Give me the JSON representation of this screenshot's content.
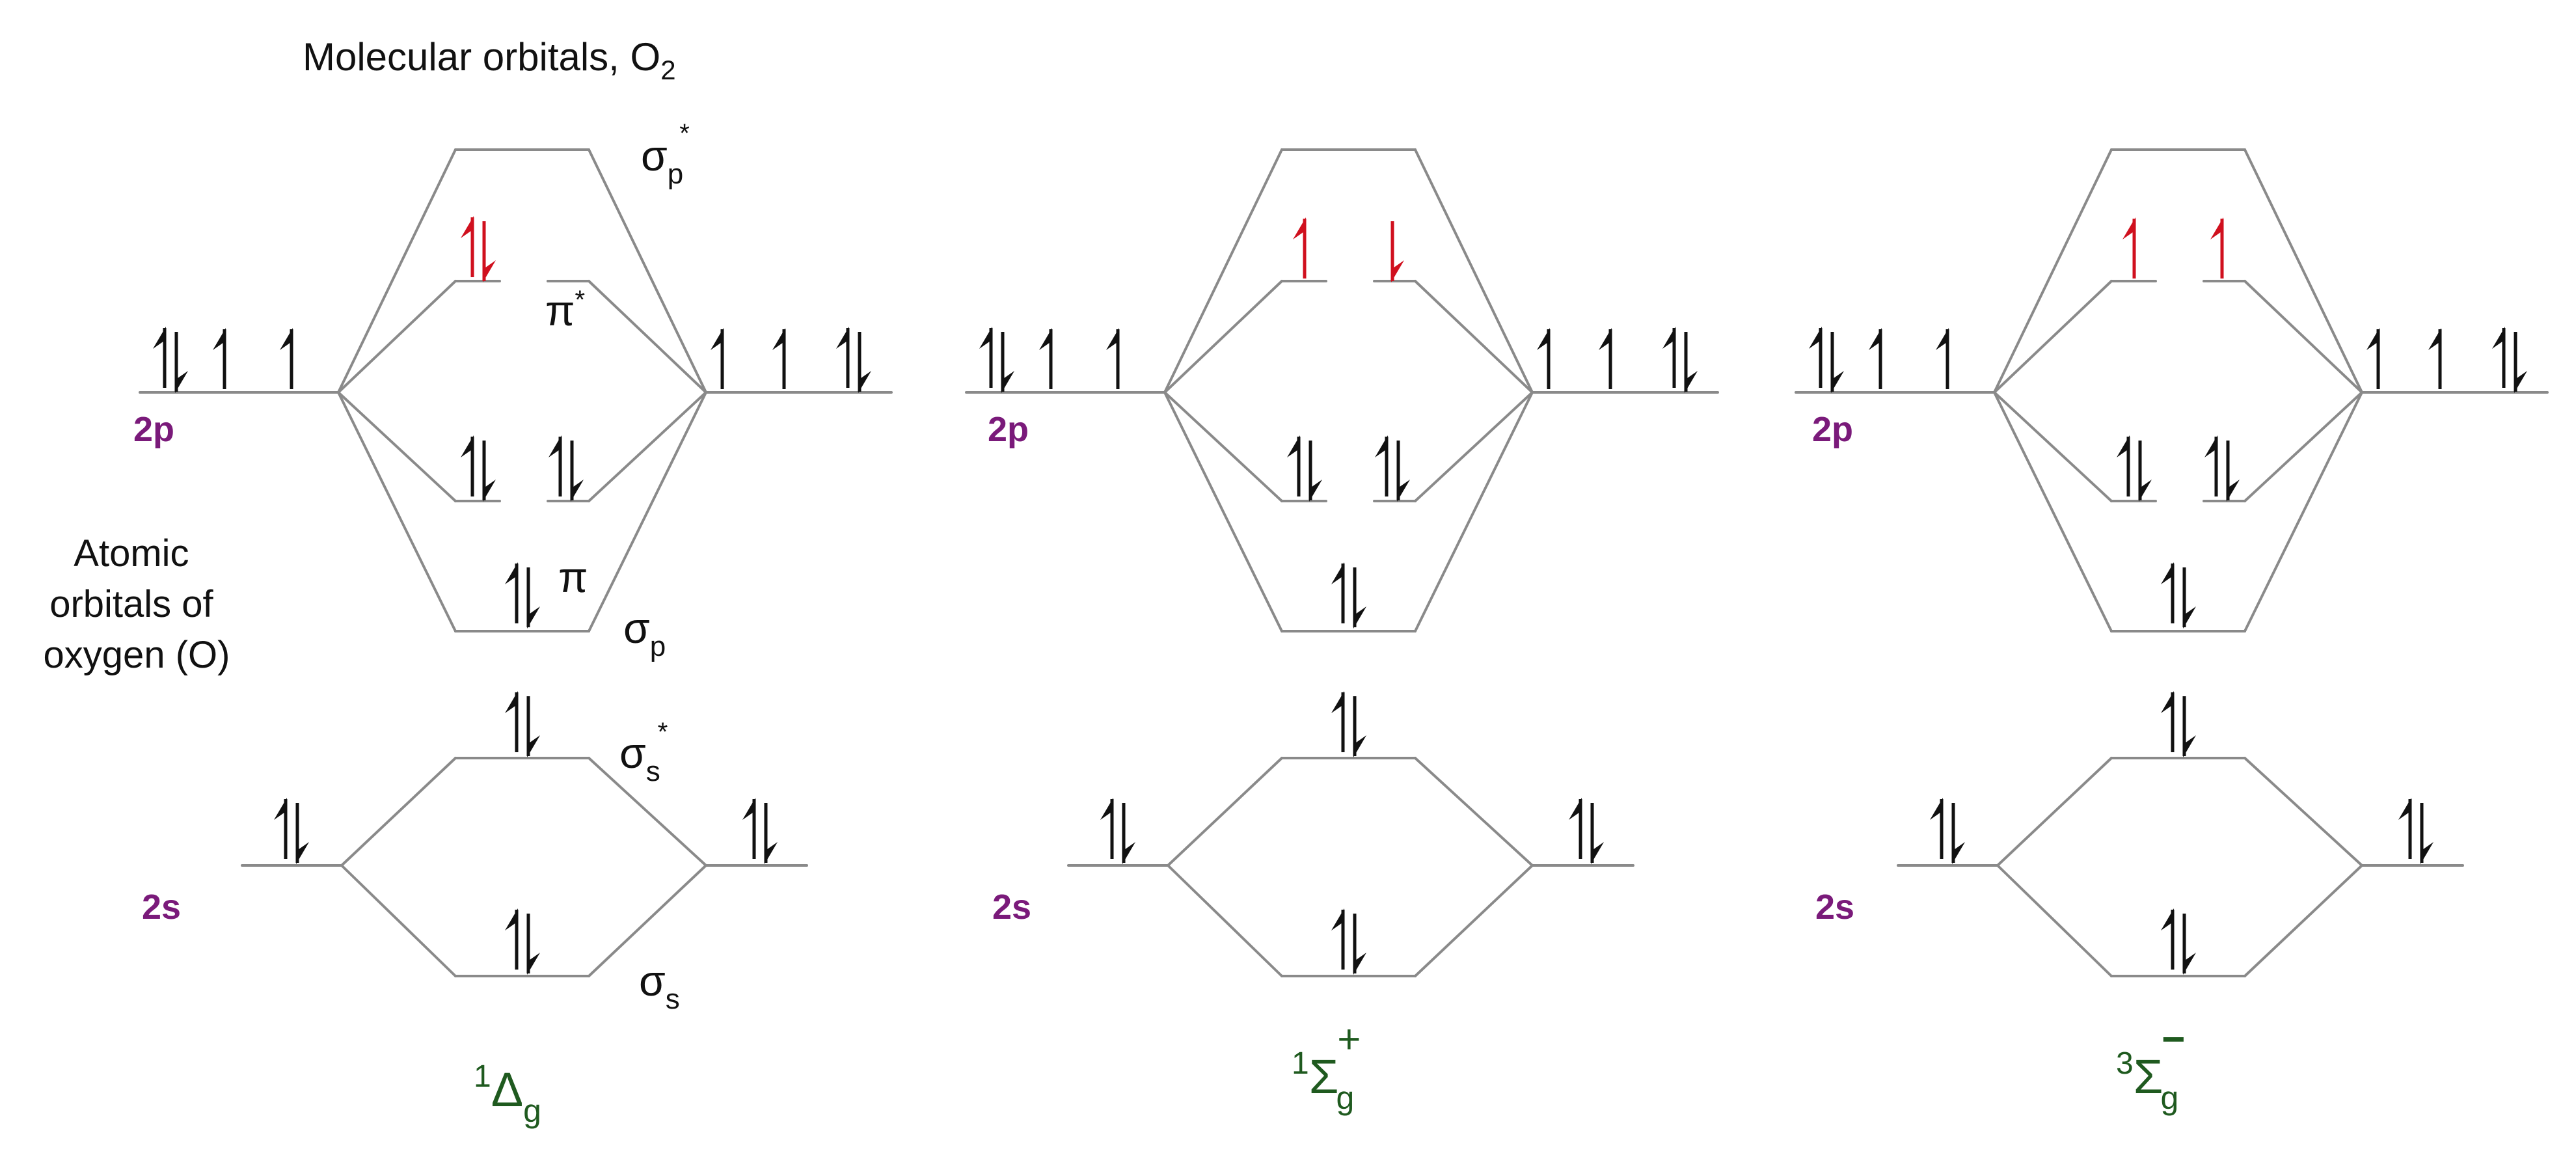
{
  "title": {
    "main": "Molecular orbitals, O",
    "sub": "2"
  },
  "atomic_label": [
    "Atomic",
    "orbitals of",
    "oxygen (O)"
  ],
  "level_labels": {
    "sigma_p_star": {
      "base": "σ",
      "sub": "p",
      "sup": "*"
    },
    "pi_star": {
      "base": "π",
      "sup": "*"
    },
    "pi": {
      "base": "π"
    },
    "sigma_p": {
      "base": "σ",
      "sub": "p"
    },
    "sigma_s_star": {
      "base": "σ",
      "sub": "s",
      "sup": "*"
    },
    "sigma_s": {
      "base": "σ",
      "sub": "s"
    }
  },
  "atomic_orbitals": {
    "p": "2p",
    "s": "2s"
  },
  "states": [
    {
      "pre": "1",
      "sym": "Δ",
      "sub": "g",
      "sup": ""
    },
    {
      "pre": "1",
      "sym": "Σ",
      "sub": "g",
      "sup": "+"
    },
    {
      "pre": "3",
      "sym": "Σ",
      "sub": "g",
      "sup": "−"
    }
  ],
  "colors": {
    "line": "#8a8a8a",
    "electron": "#111111",
    "excited_electron": "#d0101e",
    "orbital_label": "#7a1a7a",
    "state_label": "#1f5a1f",
    "text": "#111111"
  }
}
